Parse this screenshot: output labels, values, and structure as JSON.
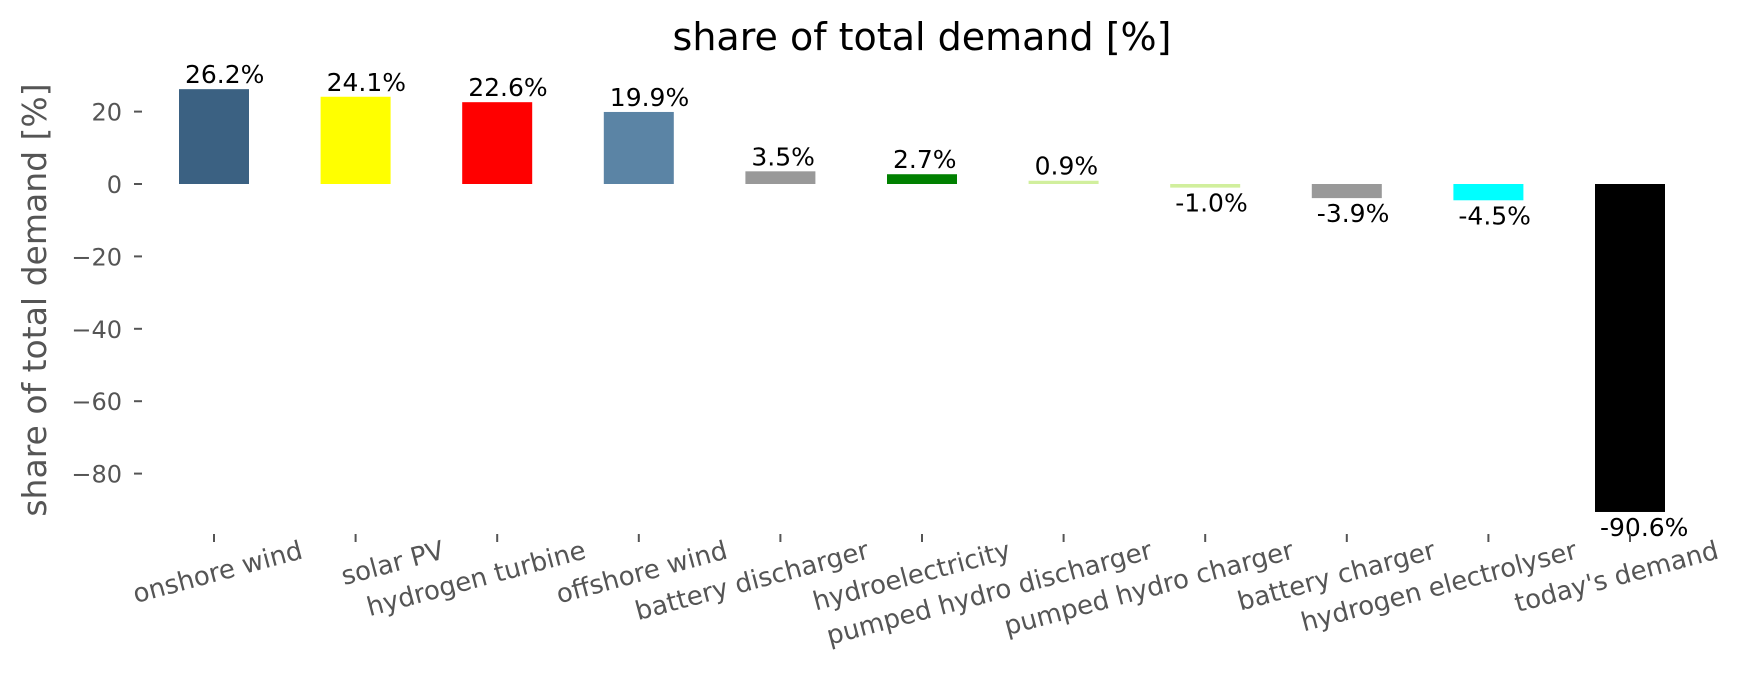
{
  "chart_data": {
    "type": "bar",
    "title": "share of total demand [%]",
    "xlabel": "",
    "ylabel": "share of total demand [%]",
    "ylim": [
      -97,
      33
    ],
    "yticks": [
      20,
      0,
      -20,
      -40,
      -60,
      -80
    ],
    "grid": false,
    "categories": [
      "onshore wind",
      "solar PV",
      "hydrogen turbine",
      "offshore wind",
      "battery discharger",
      "hydroelectricity",
      "pumped hydro discharger",
      "pumped hydro charger",
      "battery charger",
      "hydrogen electrolyser",
      "today's demand"
    ],
    "values": [
      26.2,
      24.1,
      22.6,
      19.9,
      3.5,
      2.7,
      0.9,
      -1.0,
      -3.9,
      -4.5,
      -90.6
    ],
    "data_labels": [
      "26.2%",
      "24.1%",
      "22.6%",
      "19.9%",
      "3.5%",
      "2.7%",
      "0.9%",
      "-1.0%",
      "-3.9%",
      "-4.5%",
      "-90.6%"
    ],
    "colors": [
      "#3b6182",
      "#ffff00",
      "#ff0000",
      "#5b84a5",
      "#999999",
      "#008000",
      "#d1ef9d",
      "#d1ef9d",
      "#999999",
      "#00ffff",
      "#000000"
    ]
  }
}
